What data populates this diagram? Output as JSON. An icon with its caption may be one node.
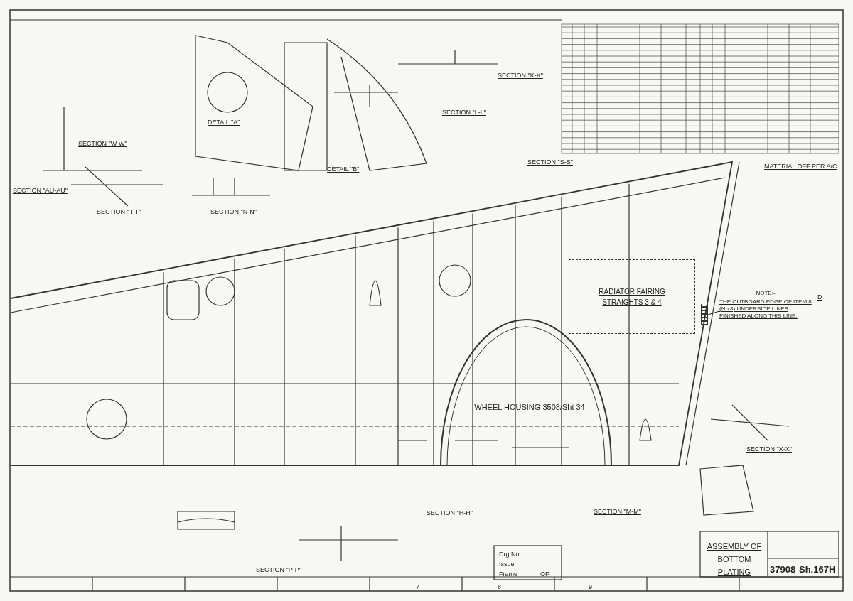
{
  "diagram": {
    "title": "ASSEMBLY OF BOTTOM PLATING",
    "nodes": [
      {
        "text": [
          "WHEEL HOUSING 3508/Sht 34"
        ]
      },
      {
        "text": [
          "RADIATOR FAIRING STRAIGHTS 3 & 4"
        ]
      },
      {
        "text": [
          "NOTE:-",
          "THE OUTBOARD EDGE OF ITEM 8 (No.8) UNDERSIDE LINES FINISHED ALONG THIS LINE."
        ]
      },
      {
        "text": [],
        "shape": "bar"
      }
    ],
    "edges": [
      {
        "from": 2,
        "to": 3,
        "arrow": "none"
      }
    ],
    "labels": [
      "SECTION \"W-W\"",
      "DETAIL \"A\"",
      "DETAIL \"B\"",
      "SECTION \"K-K\"",
      "SECTION \"L-L\"",
      "SECTION \"S-S\"",
      "SECTION \"AU-AU\"",
      "SECTION \"T-T\"",
      "SECTION \"N-N\"",
      "MATERIAL OFF PER A/C",
      "SECTION \"X-X\"",
      "SECTION \"H-H\"",
      "SECTION \"M-M\"",
      "SECTION \"P-P\"",
      "Drg No.",
      "Issue",
      "Frame",
      "OF",
      "37908",
      "Sh.167",
      "H",
      "7",
      "8",
      "9",
      "D"
    ]
  }
}
